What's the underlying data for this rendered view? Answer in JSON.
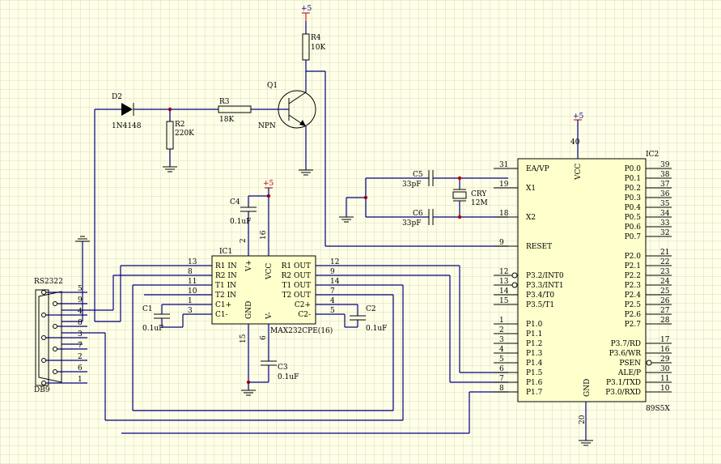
{
  "power": {
    "vcc": "+5"
  },
  "components": {
    "r4": {
      "ref": "R4",
      "value": "10K"
    },
    "q1": {
      "ref": "Q1",
      "type": "NPN"
    },
    "d2": {
      "ref": "D2",
      "value": "1N4148"
    },
    "r2": {
      "ref": "R2",
      "value": "220K"
    },
    "r3": {
      "ref": "R3",
      "value": "18K"
    },
    "c4": {
      "ref": "C4",
      "value": "0.1uF"
    },
    "c1": {
      "ref": "C1",
      "value": "0.1uF"
    },
    "c2": {
      "ref": "C2",
      "value": "0.1uF"
    },
    "c3": {
      "ref": "C3",
      "value": "0.1uF"
    },
    "c5": {
      "ref": "C5",
      "value": "33pF"
    },
    "c6": {
      "ref": "C6",
      "value": "33pF"
    },
    "cry": {
      "ref": "CRY",
      "value": "12M"
    },
    "db9": {
      "ref": "DB9",
      "title": "RS2322",
      "pins": [
        "5",
        "9",
        "4",
        "8",
        "3",
        "7",
        "2",
        "6",
        "1"
      ]
    }
  },
  "ic1": {
    "ref": "IC1",
    "part": "MAX232CPE(16)",
    "left_pins": [
      {
        "num": "13",
        "name": "R1 IN"
      },
      {
        "num": "8",
        "name": "R2 IN"
      },
      {
        "num": "11",
        "name": "T1 IN"
      },
      {
        "num": "10",
        "name": "T2 IN"
      },
      {
        "num": "1",
        "name": "C1+"
      },
      {
        "num": "3",
        "name": "C1-"
      }
    ],
    "right_pins": [
      {
        "num": "12",
        "name": "R1 OUT"
      },
      {
        "num": "9",
        "name": "R2 OUT"
      },
      {
        "num": "14",
        "name": "T1 OUT"
      },
      {
        "num": "7",
        "name": "T2 OUT"
      },
      {
        "num": "4",
        "name": "C2+"
      },
      {
        "num": "5",
        "name": "C2-"
      }
    ],
    "top_pins": [
      {
        "num": "2",
        "name": "V+"
      },
      {
        "num": "16",
        "name": "VCC"
      }
    ],
    "bottom_pins": [
      {
        "num": "15",
        "name": "GND"
      },
      {
        "num": "6",
        "name": "V-"
      }
    ]
  },
  "ic2": {
    "ref": "IC2",
    "part": "89S5X",
    "left_top_pins": [
      {
        "num": "31",
        "name": "EA/VP"
      },
      {
        "num": "19",
        "name": "X1"
      },
      {
        "num": "18",
        "name": "X2"
      },
      {
        "num": "9",
        "name": "RESET"
      }
    ],
    "left_mid_pins": [
      {
        "num": "12",
        "name": "P3.2/INT0"
      },
      {
        "num": "13",
        "name": "P3.3/INT1"
      },
      {
        "num": "14",
        "name": "P3.4/T0"
      },
      {
        "num": "15",
        "name": "P3.5/T1"
      }
    ],
    "left_bot_pins": [
      {
        "num": "1",
        "name": "P1.0"
      },
      {
        "num": "2",
        "name": "P1.1"
      },
      {
        "num": "3",
        "name": "P1.2"
      },
      {
        "num": "4",
        "name": "P1.3"
      },
      {
        "num": "5",
        "name": "P1.4"
      },
      {
        "num": "6",
        "name": "P1.5"
      },
      {
        "num": "7",
        "name": "P1.6"
      },
      {
        "num": "8",
        "name": "P1.7"
      }
    ],
    "right_p0_pins": [
      {
        "num": "39",
        "name": "P0.0"
      },
      {
        "num": "38",
        "name": "P0.1"
      },
      {
        "num": "37",
        "name": "P0.2"
      },
      {
        "num": "36",
        "name": "P0.3"
      },
      {
        "num": "35",
        "name": "P0.4"
      },
      {
        "num": "34",
        "name": "P0.5"
      },
      {
        "num": "33",
        "name": "P0.6"
      },
      {
        "num": "32",
        "name": "P0.7"
      }
    ],
    "right_p2_pins": [
      {
        "num": "21",
        "name": "P2.0"
      },
      {
        "num": "22",
        "name": "P2.1"
      },
      {
        "num": "23",
        "name": "P2.2"
      },
      {
        "num": "24",
        "name": "P2.3"
      },
      {
        "num": "25",
        "name": "P2.4"
      },
      {
        "num": "26",
        "name": "P2.5"
      },
      {
        "num": "27",
        "name": "P2.6"
      },
      {
        "num": "28",
        "name": "P2.7"
      }
    ],
    "right_p3_pins": [
      {
        "num": "17",
        "name": "P3.7/RD"
      },
      {
        "num": "16",
        "name": "P3.6/WR"
      },
      {
        "num": "29",
        "name": "PSEN"
      },
      {
        "num": "30",
        "name": "ALE/P"
      },
      {
        "num": "11",
        "name": "P3.1/TXD"
      },
      {
        "num": "10",
        "name": "P3.0/RXD"
      }
    ],
    "vcc_pin": {
      "num": "40",
      "name": "VCC"
    },
    "gnd_pin": {
      "num": "20",
      "name": "GND"
    }
  }
}
